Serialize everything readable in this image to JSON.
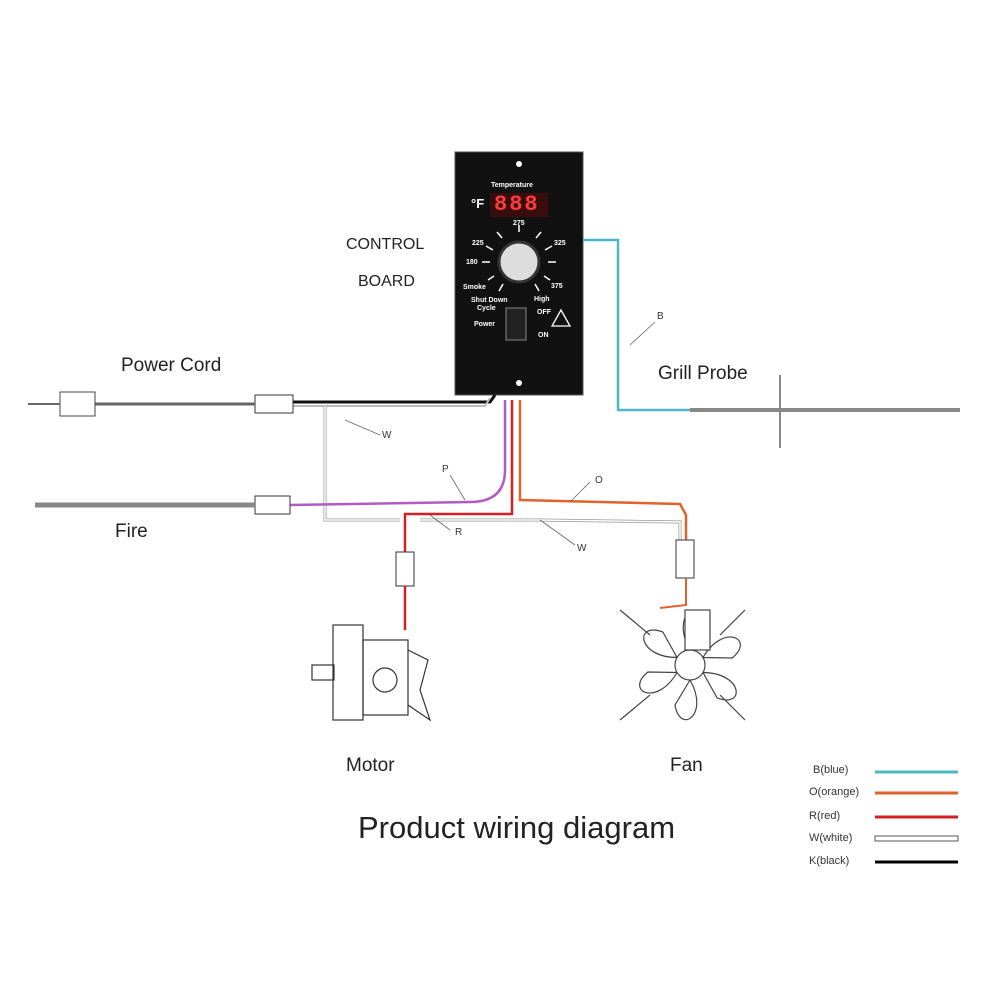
{
  "title": "Product wiring diagram",
  "components": {
    "control_board": [
      "CONTROL",
      "BOARD"
    ],
    "power_cord": "Power  Cord",
    "grill_probe": "Grill Probe",
    "fire": "Fire",
    "motor": "Motor",
    "fan": "Fan"
  },
  "wire_tags": {
    "b": "B",
    "w1": "W",
    "p": "P",
    "o": "O",
    "r": "R",
    "w2": "W"
  },
  "board": {
    "temperature": "Temperature",
    "unit": "°F",
    "display": "888",
    "dial": [
      "Smoke",
      "180",
      "225",
      "275",
      "325",
      "375",
      "High"
    ],
    "shutdown": [
      "Shut Down",
      "Cycle"
    ],
    "power": "Power",
    "off": "OFF",
    "on": "ON"
  },
  "legend": [
    {
      "label": "B(blue)",
      "color": "#4bb8c4"
    },
    {
      "label": "O(orange)",
      "color": "#e2622e"
    },
    {
      "label": "R(red)",
      "color": "#d42020"
    },
    {
      "label": "W(white)",
      "color": "#ffffff"
    },
    {
      "label": "K(black)",
      "color": "#000000"
    }
  ]
}
